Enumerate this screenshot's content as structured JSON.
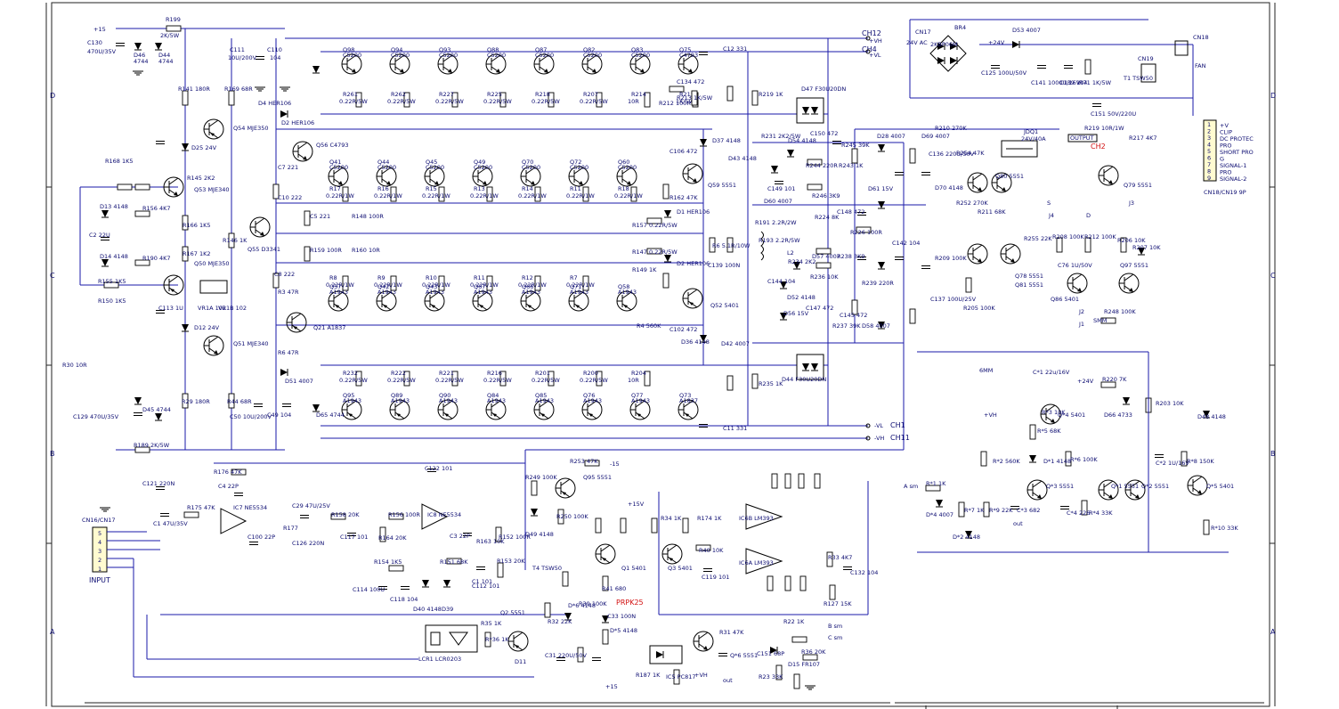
{
  "frame": {
    "row_marks": [
      "D",
      "C",
      "B",
      "A"
    ],
    "row_marks_right": [
      "D",
      "C",
      "B",
      "A"
    ]
  },
  "top_left": {
    "caps": [
      {
        "ref": "C130",
        "val": "470U/35V"
      },
      {
        "ref": "C111",
        "val": "10U/200V"
      },
      {
        "ref": "C110",
        "val": "104"
      }
    ],
    "zeners": [
      {
        "ref": "D46",
        "val": "4744"
      },
      {
        "ref": "D44",
        "val": "4744"
      }
    ],
    "r199": "R199",
    "r199v": "2K/5W",
    "plus15": "+15"
  },
  "output_top": [
    {
      "ref": "Q98",
      "part": "C5200",
      "r": "R261",
      "rv": "0.22R/5W"
    },
    {
      "ref": "Q94",
      "part": "C5200",
      "r": "R262",
      "rv": "0.22R/5W"
    },
    {
      "ref": "Q93",
      "part": "C5200",
      "r": "R227",
      "rv": "0.22R/5W"
    },
    {
      "ref": "Q88",
      "part": "C5200",
      "r": "R225",
      "rv": "0.22R/5W"
    },
    {
      "ref": "Q87",
      "part": "C5200",
      "r": "R218",
      "rv": "0.22R/5W"
    },
    {
      "ref": "Q82",
      "part": "C5200",
      "r": "R207",
      "rv": "0.22R/5W"
    },
    {
      "ref": "Q83",
      "part": "C5200",
      "r": "R214",
      "rv": "10R"
    },
    {
      "ref": "Q75",
      "part": "C4793",
      "r": "R215",
      "rv": "1K/5W"
    }
  ],
  "output_mid_top": [
    {
      "ref": "Q41",
      "part": "C5200",
      "r": "R17",
      "rv": "0.22R/1W"
    },
    {
      "ref": "Q44",
      "part": "C5200",
      "r": "R16",
      "rv": "0.22R/1W"
    },
    {
      "ref": "Q45",
      "part": "C5200",
      "r": "R15",
      "rv": "0.22R/1W"
    },
    {
      "ref": "Q49",
      "part": "C5200",
      "r": "R13",
      "rv": "0.22R/1W"
    },
    {
      "ref": "Q70",
      "part": "C5200",
      "r": "R14",
      "rv": "0.22R/1W"
    },
    {
      "ref": "Q72",
      "part": "C5200",
      "r": "R11",
      "rv": "0.22R/1W"
    },
    {
      "ref": "Q60",
      "part": "C5200",
      "r": "R18",
      "rv": "0.22R/1W"
    }
  ],
  "output_mid_bot": [
    {
      "ref": "Q57",
      "part": "A1943",
      "r": "R8",
      "rv": "0.22R/1W"
    },
    {
      "ref": "Q42",
      "part": "A1943",
      "r": "R9",
      "rv": "0.22R/1W"
    },
    {
      "ref": "Q43",
      "part": "A1943",
      "r": "R10",
      "rv": "0.22R/1W"
    },
    {
      "ref": "Q67",
      "part": "A1943",
      "r": "R11",
      "rv": "0.22R/1W"
    },
    {
      "ref": "Q66",
      "part": "A1943",
      "r": "R12",
      "rv": "0.22R/1W"
    },
    {
      "ref": "Q71",
      "part": "A1943",
      "r": "R7",
      "rv": "0.22R/1W"
    },
    {
      "ref": "Q58",
      "part": "A1943",
      "r": "",
      "rv": ""
    }
  ],
  "output_bottom": [
    {
      "ref": "Q95",
      "part": "A1943",
      "r": "R232",
      "rv": "0.22R/5W"
    },
    {
      "ref": "Q89",
      "part": "A1943",
      "r": "R222",
      "rv": "0.22R/5W"
    },
    {
      "ref": "Q90",
      "part": "A1943",
      "r": "R221",
      "rv": "0.22R/5W"
    },
    {
      "ref": "Q84",
      "part": "A1943",
      "r": "R216",
      "rv": "0.22R/5W"
    },
    {
      "ref": "Q85",
      "part": "A1943",
      "r": "R201",
      "rv": "0.22R/5W"
    },
    {
      "ref": "Q76",
      "part": "A1943",
      "r": "R200",
      "rv": "0.22R/5W"
    },
    {
      "ref": "Q77",
      "part": "A1943",
      "r": "R204",
      "rv": "10R"
    },
    {
      "ref": "Q73",
      "part": "A1837",
      "r": "",
      "rv": ""
    }
  ],
  "driver_left": [
    {
      "ref": "Q54",
      "part": "MJE350"
    },
    {
      "ref": "Q53",
      "part": "MJE340"
    },
    {
      "ref": "Q50",
      "part": "MJE350"
    },
    {
      "ref": "Q51",
      "part": "MJE340"
    },
    {
      "ref": "Q55",
      "part": "D3341"
    },
    {
      "ref": "Q56",
      "part": "C4793"
    },
    {
      "ref": "Q21",
      "part": "A1837"
    }
  ],
  "misc_labels": [
    "R141 180R",
    "R169 68R",
    "R145 2K2",
    "R168 1K5",
    "R156 4K7",
    "R166 1K5",
    "R167 1K2",
    "R190 4K7",
    "R155 1K5",
    "R150 1K5",
    "C113 1U",
    "C2 22U",
    "D13 4148",
    "D14 4148",
    "D25 24V",
    "D12 24V",
    "VR1A 102",
    "VR1B 102",
    "R146 1K",
    "R29 180R",
    "R44 68R",
    "C50 10U/200V",
    "C49 104",
    "C129 470U/35V",
    "R189 2K/5W",
    "D45 4744",
    "D65 4744",
    "D51 4007",
    "D4 HER106",
    "D2 HER106",
    "C7 221",
    "C10 222",
    "R3 47R",
    "C8 222",
    "R6 47R",
    "C5 221",
    "R159 100R",
    "R148 100R",
    "R160 10R",
    "R30 10R"
  ],
  "center_labels": [
    "D37 4148",
    "D43 4148",
    "C106 472",
    "Q59 5551",
    "R162 47K",
    "D1 HER106",
    "R157 0.22R/5W",
    "R147 0.22R/5W",
    "D2 HER106",
    "R149 1K",
    "Q52 5401",
    "C102 472",
    "R4 560K",
    "D36 4148",
    "D42 4007",
    "C139 100N",
    "R6 5.1R/10W",
    "R219 1K",
    "R235 1K",
    "D47 F30U20DN",
    "D44 F30U20DN",
    "C12 331",
    "C11 331",
    "C134 472",
    "R212 100R",
    "R213 1K/5W"
  ],
  "right_power": {
    "br": "BR4",
    "br_part": "2KBP06M",
    "d": "D53 4007",
    "c1": "C125 100U/50V",
    "c2": "C141 1000U/16V",
    "c3": "C139 104",
    "r": "R71 1K/5W",
    "cn": "CN19",
    "t": "T1 TSW50",
    "fan": "FAN",
    "cn18": "CN18",
    "vac": "24V AC",
    "cn17": "CN17",
    "plus24": "+24V",
    "c151": "C151 50V/220U"
  },
  "protection": [
    "R231 2K2/5W",
    "D54 4148",
    "R244 220R",
    "R245 39K",
    "R243 1K",
    "D28 4007",
    "D61 15V",
    "C150 472",
    "C149 101",
    "D60 4007",
    "R246 3K9",
    "R224 8K",
    "C148 472",
    "R226 100R",
    "R191 2.2R/2W",
    "R193 2.2R/5W",
    "L2",
    "R234 2K2",
    "D57 4007",
    "R236 10K",
    "R238 3K9",
    "C145 472",
    "R237 39K",
    "R239 220R",
    "D56 15V",
    "D52 4148",
    "D58 4007",
    "C144 104",
    "C142 104",
    "C147 472",
    "D69 4007"
  ],
  "relay": {
    "ref": "JDQ1",
    "val": "24V/40A",
    "output": "OUTPUT",
    "ch2": "CH2",
    "r219": "R219 10R/1W",
    "r217": "R217 4K7",
    "q": "Q80 5551",
    "q2": "Q79 5551",
    "r211": "R211 68K",
    "r252": "R252 270K",
    "r254": "R254 47K",
    "d70": "D70 4148",
    "c136": "C136 220U/50V",
    "r210": "R210 270K",
    "cn18_pp": "CN18/CN19 9P"
  },
  "cn18_pins": [
    "+V",
    "CLIP",
    "DC PROTEC",
    "PRO",
    "SHORT PRO",
    "G",
    "SIGNAL-1",
    "PRO",
    "SIGNAL-2"
  ],
  "signal_right": [
    "R209 100K",
    "R255 22K",
    "Q81 5551",
    "Q78 5551",
    "C137 100U/25V",
    "R205 100K",
    "R208 100K",
    "R212 100K",
    "R206 10K",
    "R207 10K",
    "C76 1U/50V",
    "Q86 5401",
    "Q97 5551",
    "R248 100K",
    "J2",
    "J1",
    "SMM",
    "J3",
    "J4",
    "S",
    "D",
    "6MM"
  ],
  "limiter": [
    "C*1 22u/16V",
    "R220 7K",
    "+24V",
    "R*3 10K",
    "Q*4 5401",
    "D66 4733",
    "R203 10K",
    "D48 4148",
    "+VH",
    "R*5 68K",
    "R*2 560K",
    "D*1 4148",
    "R*6 100K",
    "C*2 1U/16V",
    "R*8 150K",
    "Q*5 5401",
    "R*1 1K",
    "D*4 4007",
    "R*7 1K",
    "R*9 22K",
    "C*3 682",
    "Q*3 5551",
    "C*4 226",
    "R*4 33K",
    "Q*1 5551",
    "Q*2 5551",
    "R*10 33K",
    "D*2 4148",
    "A sm",
    "out"
  ],
  "input": {
    "title": "INPUT",
    "cn": "CN16/CN17",
    "pins": [
      "5",
      "4",
      "3",
      "2",
      "1"
    ]
  },
  "input_stage": [
    "C121 220N",
    "C1 47U/35V",
    "R175 47K",
    "R176 47K",
    "C4 22P",
    "IC7 NE5534",
    "C100 22P",
    "C29 47U/25V",
    "R177",
    "C126 220N",
    "R158 20K",
    "C117 101",
    "R156 100R",
    "IC8 NE5534",
    "C122 101",
    "C3 22P",
    "R164 20K",
    "R163 10K",
    "R152 100R",
    "R154 1K5",
    "C114 100U",
    "C118 104",
    "D40 4148",
    "D39",
    "R151 68K",
    "C112 101",
    "R153 20K",
    "C1 101",
    "T4 TSW50"
  ],
  "bottom_mid": [
    "R249 100K",
    "Q95 5551",
    "R253 47K",
    "R250 100K",
    "D49 4148",
    "Q1 5401",
    "R41 680",
    "Q3 5401",
    "R34 1K",
    "R174 1K",
    "R40 10K",
    "C119 101",
    "IC6B LM393",
    "IC6A LM393",
    "R33 4K7",
    "C132 104",
    "R127 15K",
    "R32 22K",
    "D*6 4148",
    "R39 100K",
    "C31 220U/50V",
    "C33 100N",
    "D*5 4148",
    "R187 1K",
    "IC5 PC817",
    "R31 47K",
    "Q*6 5551",
    "C151 68P",
    "D15 FR107",
    "R36 20K",
    "R22 1K",
    "R35 1K",
    "LCR1 LCR0203",
    "R*36 1K",
    "D11",
    "Q2 5551",
    "+VH",
    "out",
    "B sm",
    "C sm",
    "R23 33K",
    "+15V",
    "+15",
    "-15"
  ],
  "connectors": {
    "ch12": "CH12",
    "ch12v": "+VH",
    "ch4": "CH4",
    "ch4v": "+VL",
    "ch1": "CH1",
    "ch1v": "-VL",
    "ch11": "CH11",
    "ch11v": "-VH"
  },
  "red_text": "PRPK25",
  "colors": {
    "wire": "#1a1aa8",
    "text": "#0a0a70",
    "accent": "#d21010",
    "frame": "#222222"
  }
}
